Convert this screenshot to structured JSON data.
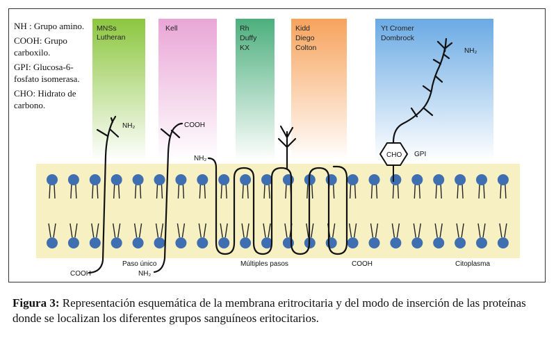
{
  "legend": [
    {
      "abbr": "NH",
      "text": ": Grupo amino."
    },
    {
      "abbr": "COOH:",
      "text": "Grupo carboxilo."
    },
    {
      "abbr": "GPI:",
      "text": "Glucosa-6-fosfato isomerasa."
    },
    {
      "abbr": "CHO:",
      "text": "Hidrato de carbono."
    }
  ],
  "groups": [
    {
      "lines": [
        "MNSs",
        "Lutheran"
      ],
      "color": "#8cc63f"
    },
    {
      "lines": [
        "Kell"
      ],
      "color": "#e9a6d6"
    },
    {
      "lines": [
        "Rh",
        "Duffy",
        "KX"
      ],
      "color": "#4caf7d"
    },
    {
      "lines": [
        "Kidd",
        "Diego",
        "Colton"
      ],
      "color": "#f7a35c"
    },
    {
      "lines": [
        "Yt Cromer",
        "Dombrock"
      ],
      "color": "#6aaae4"
    }
  ],
  "labels": {
    "nh2_1": "NH₂",
    "cooh_1": "COOH",
    "cooh_bottom_1": "COOH",
    "paso_unico": "Paso único",
    "nh2_bottom": "NH₂",
    "nh2_multi": "NH₂",
    "multiples_pasos": "Múltiples pasos",
    "cooh_multi": "COOH",
    "citoplasma": "Citoplasma",
    "cho": "CHO",
    "gpi": "GPI",
    "nh2_gpi": "NH₂"
  },
  "colors": {
    "membrane": "#f6f0c2",
    "lipid_head": "#3f6fb0",
    "line": "#111111"
  },
  "caption": {
    "prefix": "Figura 3:",
    "text": " Representación esquemática de la membrana eritrocitaria y del modo de inserción de las proteínas donde se localizan los diferentes grupos sanguíneos eritocitarios."
  }
}
